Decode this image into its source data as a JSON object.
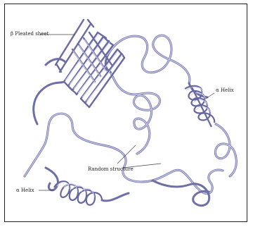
{
  "figure": {
    "labels": {
      "beta_sheet": "β Pleated sheet",
      "alpha_helix_right": "α Helix",
      "random_structure": "Random structure",
      "alpha_helix_left": "α Helix"
    },
    "colors": {
      "ribbon": "#6f6fa8",
      "ribbon_highlight": "#c9c9e8",
      "border": "#222222"
    }
  }
}
